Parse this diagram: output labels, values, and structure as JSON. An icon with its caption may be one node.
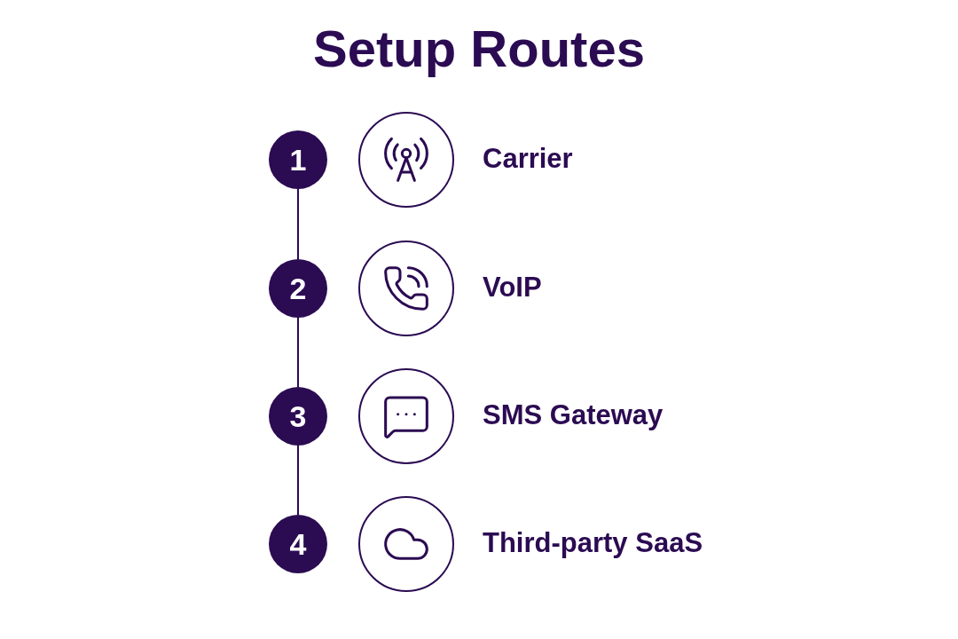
{
  "diagram": {
    "title": "Setup Routes",
    "nodes": [
      {
        "text": [
          "1"
        ]
      },
      {
        "text": [],
        "shape": "circle",
        "beside": [
          "Carrier"
        ]
      },
      {
        "text": [
          "2"
        ]
      },
      {
        "text": [],
        "shape": "circle",
        "beside": [
          "VoIP"
        ]
      },
      {
        "text": [
          "3"
        ]
      },
      {
        "text": [],
        "shape": "circle",
        "beside": [
          "SMS Gateway"
        ]
      },
      {
        "text": [
          "4"
        ]
      },
      {
        "text": [],
        "shape": "circle",
        "beside": [
          "Third-party SaaS"
        ]
      }
    ],
    "edges": [
      {
        "from": 0,
        "to": 2,
        "arrow": "none"
      },
      {
        "from": 2,
        "to": 4,
        "arrow": "none"
      },
      {
        "from": 4,
        "to": 6,
        "arrow": "none"
      }
    ]
  }
}
